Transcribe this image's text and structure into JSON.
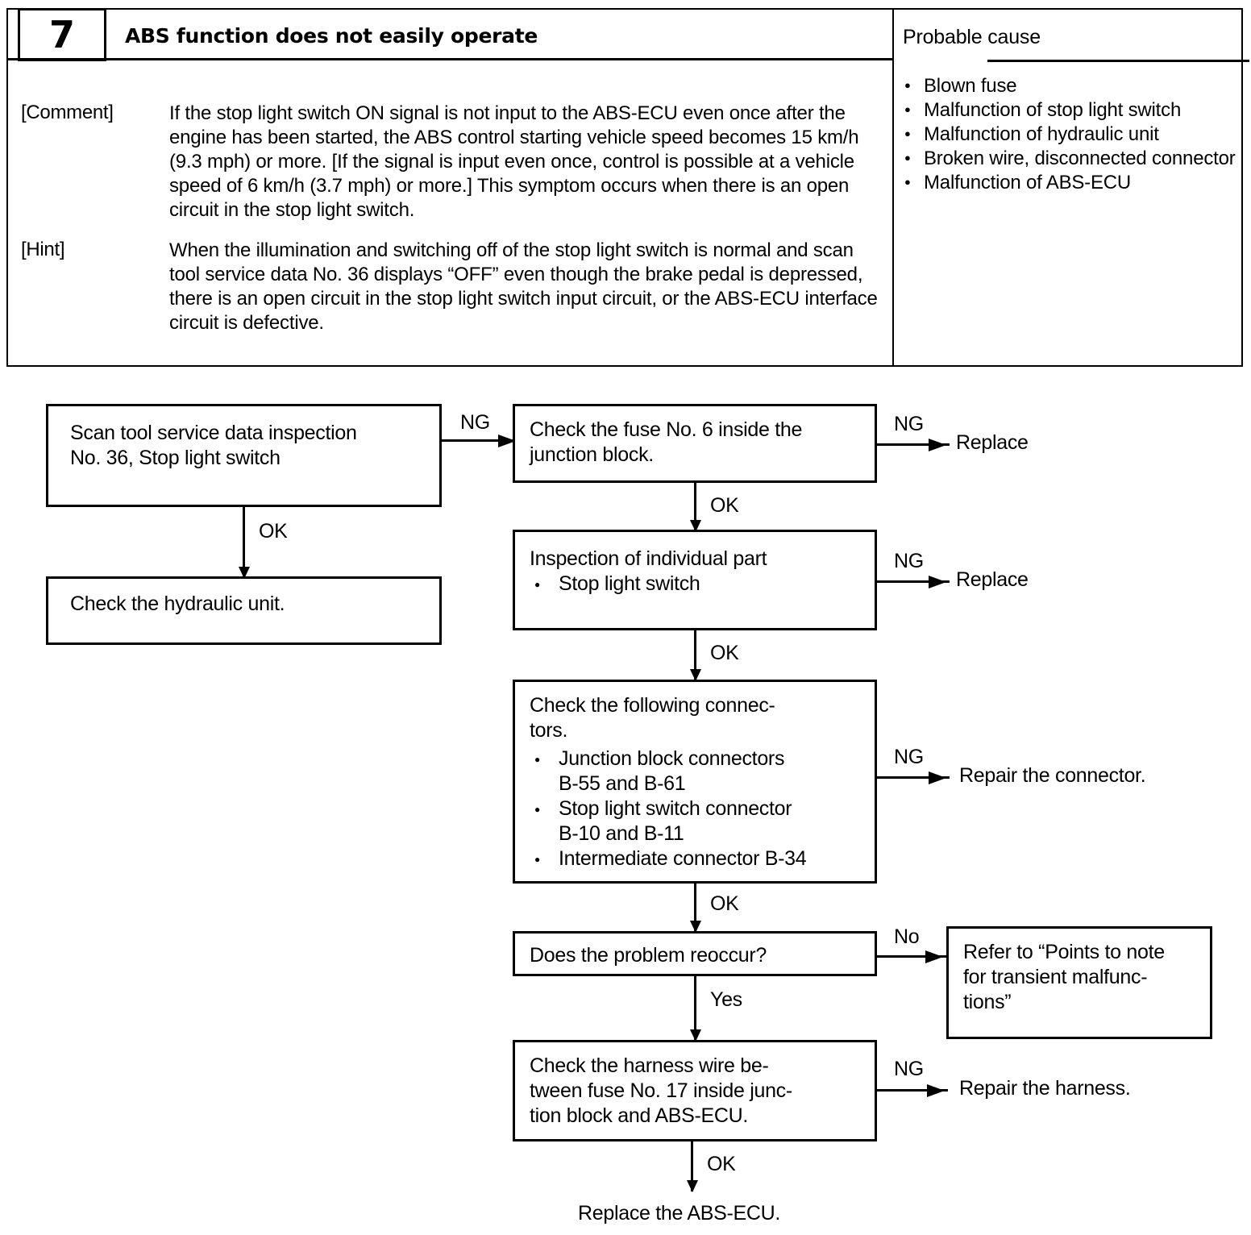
{
  "header": {
    "number": "7",
    "symptom_title": "ABS function does not easily operate",
    "probable_cause_title": "Probable cause",
    "comment_label": "[Comment]",
    "comment_text": "If the stop light switch ON signal is not input to the ABS-ECU even once after the engine has been started, the ABS control starting vehicle speed becomes 15 km/h (9.3 mph) or more. [If the signal is input even once, control is possible at a vehicle speed of 6 km/h (3.7 mph) or more.] This symptom occurs when there is an open circuit in the stop light switch.",
    "hint_label": "[Hint]",
    "hint_text": "When the illumination and switching off of the stop light switch is normal and scan tool service data No. 36 displays “OFF” even though the brake pedal is depressed, there is an open circuit in the stop light switch input circuit, or the ABS-ECU interface circuit is defective.",
    "probable_causes": [
      "Blown fuse",
      "Malfunction of stop light switch",
      "Malfunction of hydraulic unit",
      "Broken wire, disconnected connector",
      "Malfunction of ABS-ECU"
    ]
  },
  "flowchart": {
    "boxes": {
      "scan_tool": "Scan tool service data inspection\nNo. 36, Stop light switch",
      "hydraulic_unit": "Check the hydraulic unit.",
      "fuse_check": "Check the fuse No. 6 inside the\njunction block.",
      "individual_part_title": "Inspection of individual part",
      "individual_part_items": [
        "Stop light switch"
      ],
      "connectors_title": "Check the following connec-\ntors.",
      "connectors_items": [
        "Junction block connectors\nB-55 and B-61",
        "Stop light switch connector\nB-10 and B-11",
        "Intermediate connector B-34"
      ],
      "problem_reoccur": "Does the problem reoccur?",
      "transient": "Refer to “Points to note\nfor transient malfunc-\ntions”",
      "harness_check": "Check the harness wire be-\ntween fuse No. 17 inside junc-\ntion block and ABS-ECU."
    },
    "terminals": {
      "replace_fuse": "Replace",
      "replace_switch": "Replace",
      "repair_connector": "Repair the connector.",
      "repair_harness": "Repair the harness.",
      "replace_ecu": "Replace the ABS-ECU."
    },
    "edge_labels": {
      "ng1": "NG",
      "ok1": "OK",
      "ng2": "NG",
      "ok2": "OK",
      "ng3": "NG",
      "ok3": "OK",
      "ng4": "NG",
      "ok4": "OK",
      "no1": "No",
      "yes1": "Yes",
      "ng5": "NG",
      "ok5": "OK"
    }
  }
}
